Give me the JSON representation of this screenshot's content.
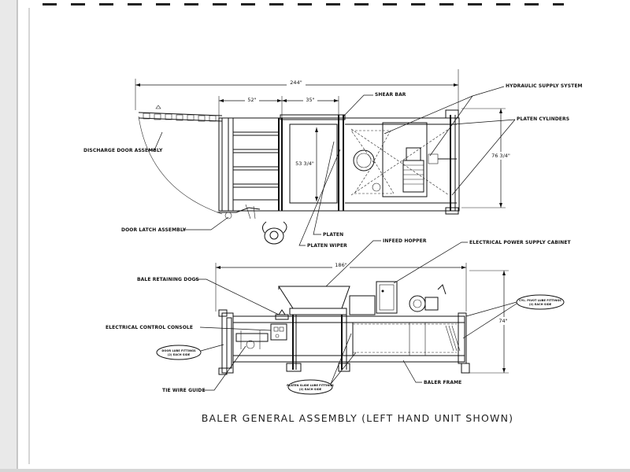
{
  "title": "BALER GENERAL ASSEMBLY  (LEFT HAND UNIT SHOWN)",
  "dimensions": {
    "overall_length_top": "244\"",
    "length_52": "52\"",
    "length_35": "35\"",
    "platen_travel": "53 3/4\"",
    "height_top": "76 3/4\"",
    "length_bottom": "186\"",
    "height_bottom": "74\""
  },
  "labels": {
    "shear_bar": "SHEAR BAR",
    "hydraulic_supply_system": "HYDRAULIC SUPPLY SYSTEM",
    "platen_cylinders": "PLATEN CYLINDERS",
    "discharge_door_assembly": "DISCHARGE DOOR ASSEMBLY",
    "door_latch_assembly": "DOOR LATCH ASSEMBLY",
    "platen": "PLATEN",
    "platen_wiper": "PLATEN WIPER",
    "infeed_hopper": "INFEED HOPPER",
    "electrical_power_supply_cabinet": "ELECTRICAL POWER SUPPLY CABINET",
    "bale_retaining_dogs": "BALE RETAINING DOGS",
    "electrical_control_console": "ELECTRICAL CONTROL CONSOLE",
    "tie_wire_guide": "TIE WIRE GUIDE",
    "baler_frame": "BALER FRAME"
  },
  "lube_callouts": {
    "door": [
      "DOOR LUBE FITTINGS",
      "(2) EACH SIDE"
    ],
    "platen_slide": [
      "PLATEN SLIDE LUBE FITTINGS",
      "(2) EACH SIDE"
    ],
    "cyl_pivot": [
      "CYL. PIVOT LUBE FITTINGS",
      "(2) EACH SIDE"
    ]
  }
}
